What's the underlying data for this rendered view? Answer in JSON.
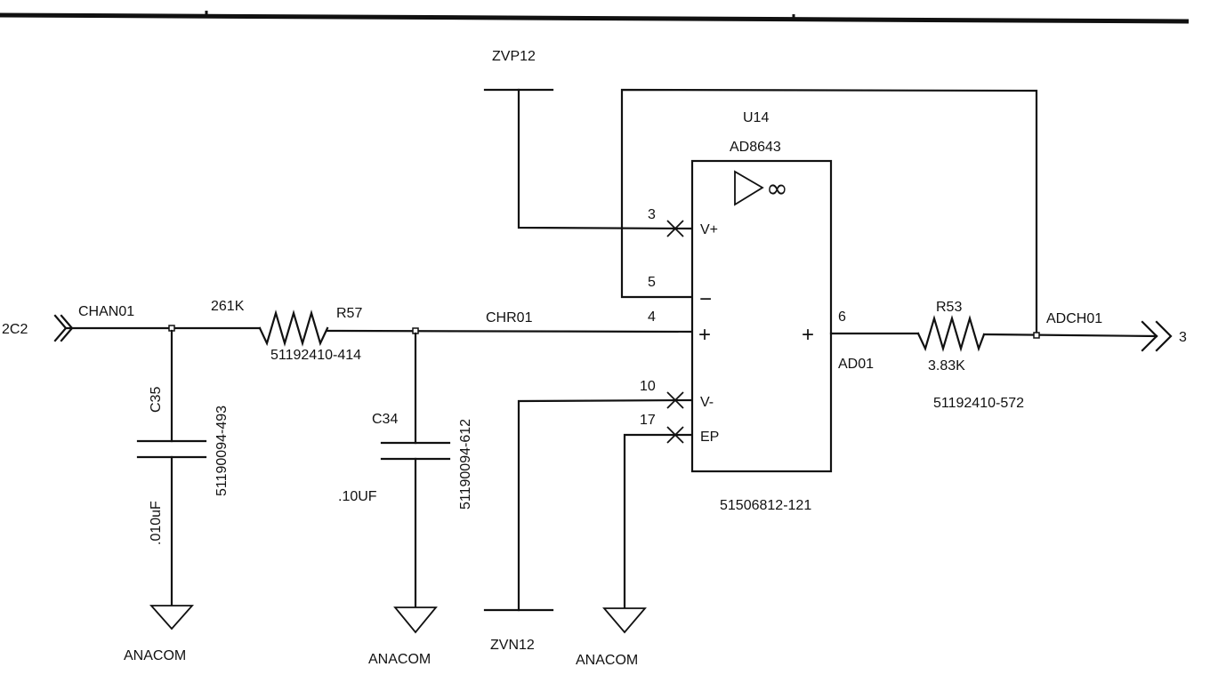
{
  "nets": {
    "input_port": "2C2",
    "input": "CHAN01",
    "filtered": "CHR01",
    "output": "ADCH01",
    "amp_out": "AD01",
    "output_port": "3",
    "pos_supply": "ZVP12",
    "neg_supply": "ZVN12",
    "ground": "ANACOM"
  },
  "components": {
    "r57": {
      "ref": "R57",
      "value": "261K",
      "part": "51192410-414"
    },
    "r53": {
      "ref": "R53",
      "value": "3.83K",
      "part": "51192410-572"
    },
    "c35": {
      "ref": "C35",
      "value": ".010uF",
      "part": "51190094-493"
    },
    "c34": {
      "ref": "C34",
      "value": ".10UF",
      "part": "51190094-612"
    },
    "u14": {
      "ref": "U14",
      "value": "AD8643",
      "part": "51506812-121",
      "symbol": "∞",
      "pins": {
        "vplus": {
          "num": "3",
          "name": "V+"
        },
        "inv": {
          "num": "5",
          "name": "−"
        },
        "noninv": {
          "num": "4",
          "name": "+"
        },
        "vminus": {
          "num": "10",
          "name": "V-"
        },
        "ep": {
          "num": "17",
          "name": "EP"
        },
        "out": {
          "num": "6",
          "name": "+"
        }
      }
    }
  }
}
